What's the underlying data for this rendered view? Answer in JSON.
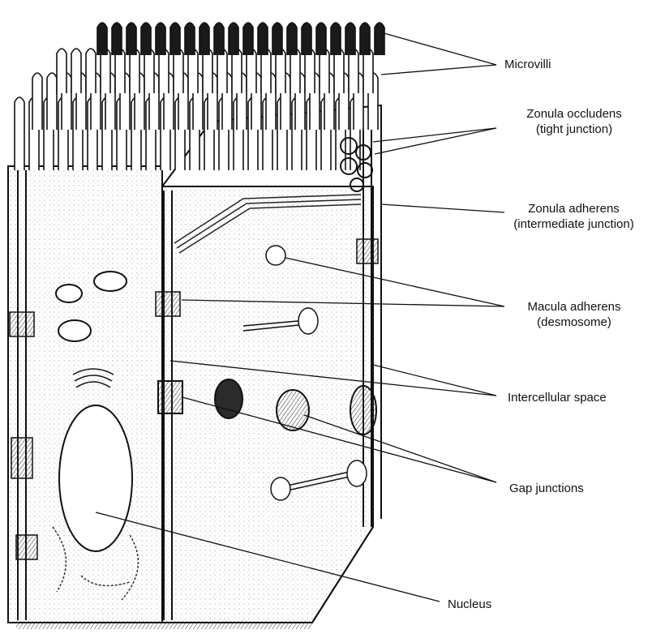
{
  "labels": {
    "microvilli": "Microvilli",
    "zonula_occludens": "Zonula occludens",
    "zonula_occludens_sub": "(tight junction)",
    "zonula_adherens": "Zonula adherens",
    "zonula_adherens_sub": "(intermediate junction)",
    "macula_adherens": "Macula adherens",
    "macula_adherens_sub": "(desmosome)",
    "intercellular_space": "Intercellular space",
    "gap_junctions": "Gap junctions",
    "nucleus": "Nucleus"
  },
  "colors": {
    "ink": "#111111",
    "paper": "#ffffff",
    "shade": "#555555"
  }
}
